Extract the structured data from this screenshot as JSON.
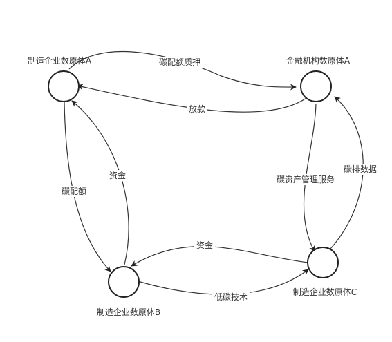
{
  "nodes": {
    "mfg_a": {
      "label": "制造企业数原体A"
    },
    "fin_a": {
      "label": "金融机构数原体A"
    },
    "mfg_b": {
      "label": "制造企业数原体B"
    },
    "mfg_c": {
      "label": "制造企业数原体C"
    }
  },
  "edges": {
    "pledge": {
      "label": "碳配额质押"
    },
    "loan": {
      "label": "放款"
    },
    "quota": {
      "label": "碳配额"
    },
    "funds_b_a": {
      "label": "资金"
    },
    "carbon_asset": {
      "label": "碳资产管理服务"
    },
    "emission_data": {
      "label": "碳排数据"
    },
    "funds_c_b": {
      "label": "资金"
    },
    "low_carbon_tech": {
      "label": "低碳技术"
    }
  }
}
